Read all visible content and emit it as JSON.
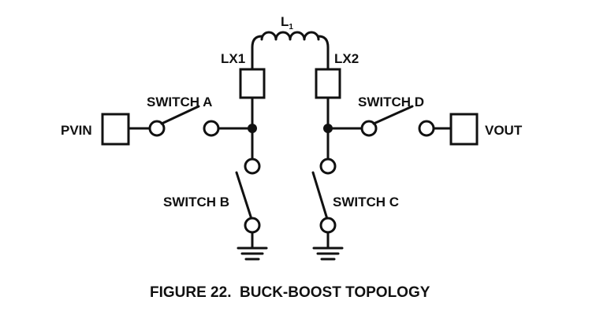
{
  "inductor": {
    "label": "L",
    "subscript": "1"
  },
  "nodes": {
    "lx1": "LX1",
    "lx2": "LX2",
    "pvin": "PVIN",
    "vout": "VOUT"
  },
  "switches": {
    "a": "SWITCH A",
    "b": "SWITCH B",
    "c": "SWITCH C",
    "d": "SWITCH D"
  },
  "caption": "FIGURE 22.  BUCK-BOOST TOPOLOGY"
}
